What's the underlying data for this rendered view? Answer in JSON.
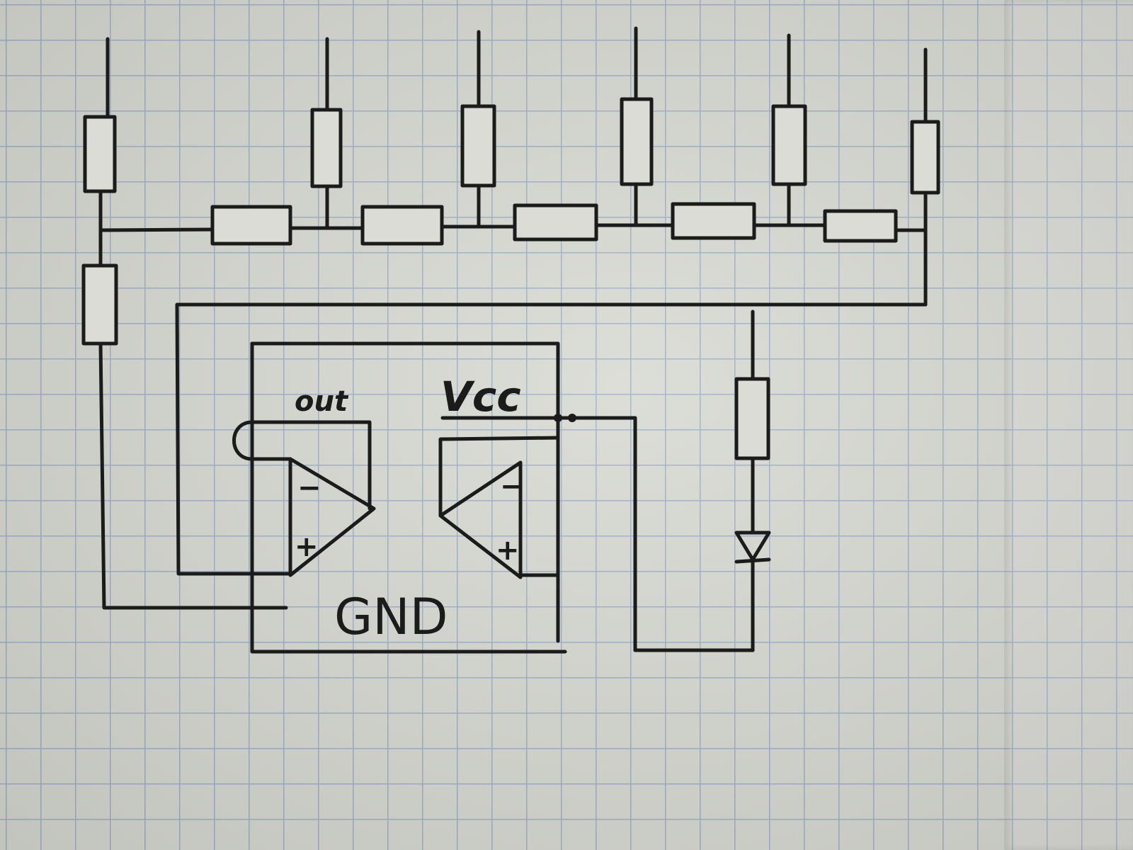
{
  "labels": {
    "out": "out",
    "vcc": "Vcc",
    "gnd": "GND"
  },
  "opamp_left": {
    "minus": "−",
    "plus": "+"
  },
  "opamp_right": {
    "minus": "−",
    "plus": "+"
  }
}
